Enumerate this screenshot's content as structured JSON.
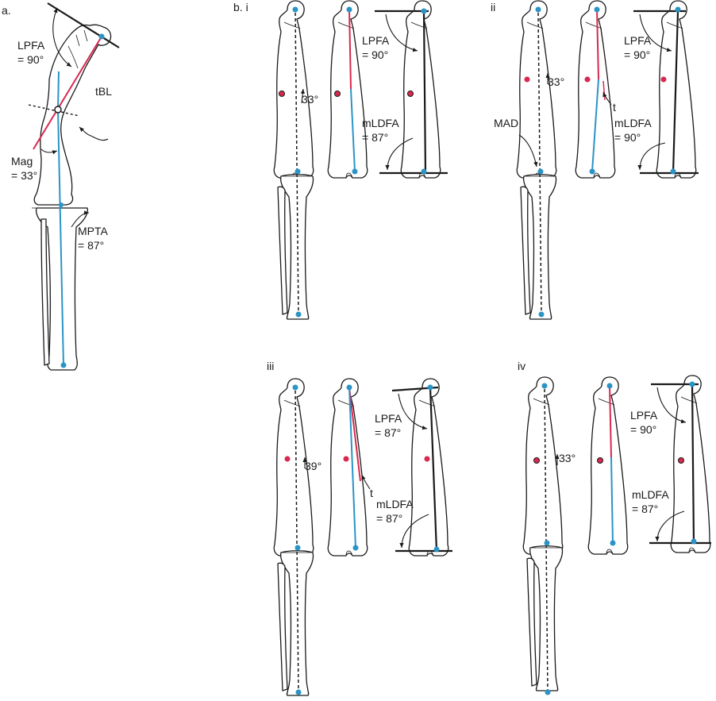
{
  "colors": {
    "mechanical_axis": "#2b94c6",
    "anatomic_axis": "#d9284f",
    "outline": "#1a1a1a"
  },
  "panels": {
    "a": {
      "label": "a.",
      "lpfa": "LPFA",
      "lpfa_value": "= 90°",
      "tbl": "tBL",
      "mag": "Mag",
      "mag_value": "= 33°",
      "mpta": "MPTA",
      "mpta_value": "= 87°"
    },
    "b_i": {
      "label": "b. i",
      "angle": "33°",
      "lpfa": "LPFA",
      "lpfa_value": "= 90°",
      "mldfa": "mLDFA",
      "mldfa_value": "= 87°"
    },
    "b_ii": {
      "label": "ii",
      "angle": "33°",
      "mad": "MAD",
      "t": "t",
      "lpfa": "LPFA",
      "lpfa_value": "= 90°",
      "mldfa": "mLDFA",
      "mldfa_value": "= 90°"
    },
    "b_iii": {
      "label": "iii",
      "angle": "39°",
      "t": "t",
      "lpfa": "LPFA",
      "lpfa_value": "= 87°",
      "mldfa": "mLDFA",
      "mldfa_value": "= 87°"
    },
    "b_iv": {
      "label": "iv",
      "angle": "33°",
      "lpfa": "LPFA",
      "lpfa_value": "= 90°",
      "mldfa": "mLDFA",
      "mldfa_value": "= 87°"
    }
  }
}
